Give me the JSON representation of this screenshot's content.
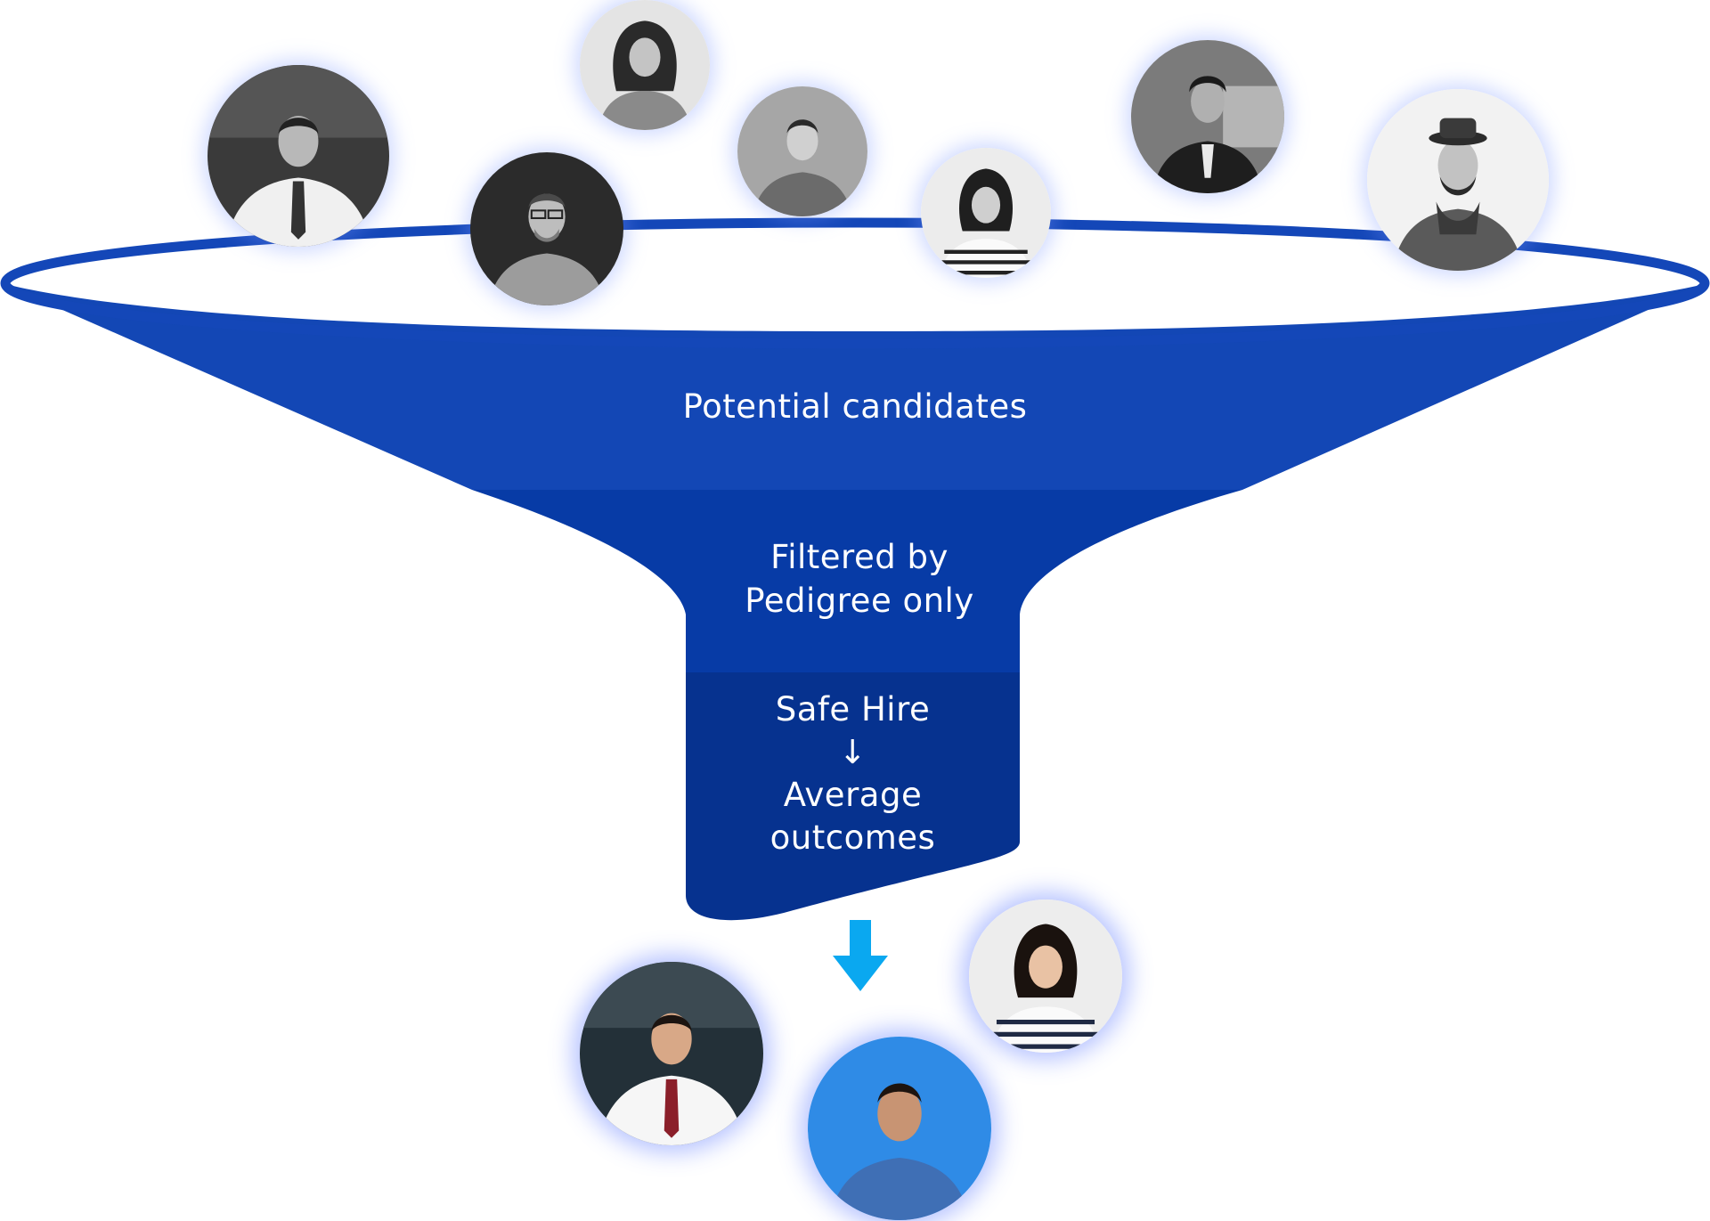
{
  "funnel": {
    "stage1_label": "Potential candidates",
    "stage2_label_lines": [
      "Filtered by",
      "Pedigree only"
    ],
    "stage3_label_lines": [
      "Safe Hire",
      "↓",
      "Average",
      "outcomes"
    ],
    "colors": {
      "rim": "#1447b8",
      "body_top": "#1347b5",
      "body_mid": "#073ba6",
      "spout": "#06328f",
      "arrow": "#0aa8f0"
    }
  },
  "candidates_top": [
    {
      "name": "man in white shirt and tie",
      "style": "grayscale"
    },
    {
      "name": "woman with curly hair",
      "style": "grayscale"
    },
    {
      "name": "man with glasses in plaid shirt",
      "style": "grayscale"
    },
    {
      "name": "man in t-shirt",
      "style": "grayscale"
    },
    {
      "name": "woman in striped shirt",
      "style": "grayscale"
    },
    {
      "name": "man in suit",
      "style": "grayscale"
    },
    {
      "name": "man with hat and beard",
      "style": "grayscale"
    }
  ],
  "candidates_bottom": [
    {
      "name": "man in white shirt and tie",
      "style": "color"
    },
    {
      "name": "woman in striped shirt",
      "style": "color"
    },
    {
      "name": "man in blue t-shirt",
      "style": "color"
    }
  ],
  "output_arrow_icon": "arrow-down-icon"
}
